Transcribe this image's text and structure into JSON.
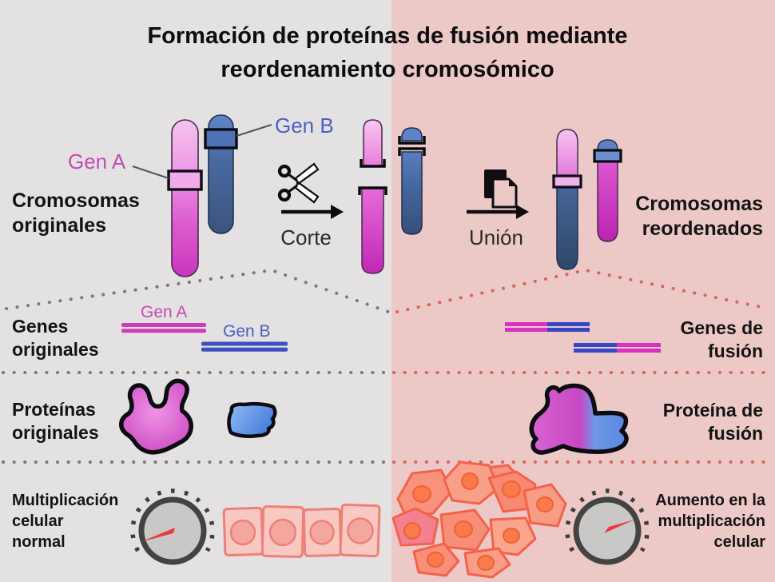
{
  "title": {
    "lines": [
      "Formación de proteínas de fusión mediante",
      "reordenamiento cromosómico"
    ]
  },
  "colors": {
    "bg_left": "#e3e1e1",
    "bg_right": "#ecc9c6",
    "gene_a_pink": "#c44ab2",
    "gene_b_blue": "#4c60c4",
    "chromosome_magenta": "#c935bd",
    "chromosome_blue": "#3a547d",
    "dot_gray": "#7b7877",
    "dot_red": "#d5655c",
    "gauge_ring": "#434342",
    "gauge_face": "#c9c8c7",
    "needle_red": "#e63a44",
    "cell_salmon_outline": "#f4624b",
    "text_dark": "#141414"
  },
  "chromosome_row": {
    "gene_a_label": "Gen A",
    "gene_b_label": "Gen B",
    "left_caption": [
      "Cromosomas",
      "originales"
    ],
    "cut_step_label": "Corte",
    "join_step_label": "Unión",
    "right_caption": [
      "Cromosomas",
      "reordenados"
    ]
  },
  "genes_row": {
    "left_caption": [
      "Genes",
      "originales"
    ],
    "gene_a_label": "Gen A",
    "gene_b_label": "Gen B",
    "right_caption": [
      "Genes de",
      "fusión"
    ]
  },
  "proteins_row": {
    "left_caption": [
      "Proteínas",
      "originales"
    ],
    "right_caption": [
      "Proteína de",
      "fusión"
    ]
  },
  "growth_row": {
    "left_caption": [
      "Multiplicación",
      "celular",
      "normal"
    ],
    "right_caption": [
      "Aumento en la",
      "multiplicación",
      "celular"
    ]
  },
  "icons": {
    "scissors": "scissors-icon",
    "copy": "copy-pages-icon",
    "arrow": "arrow-right-icon",
    "gauge": "dial-gauge-icon"
  }
}
